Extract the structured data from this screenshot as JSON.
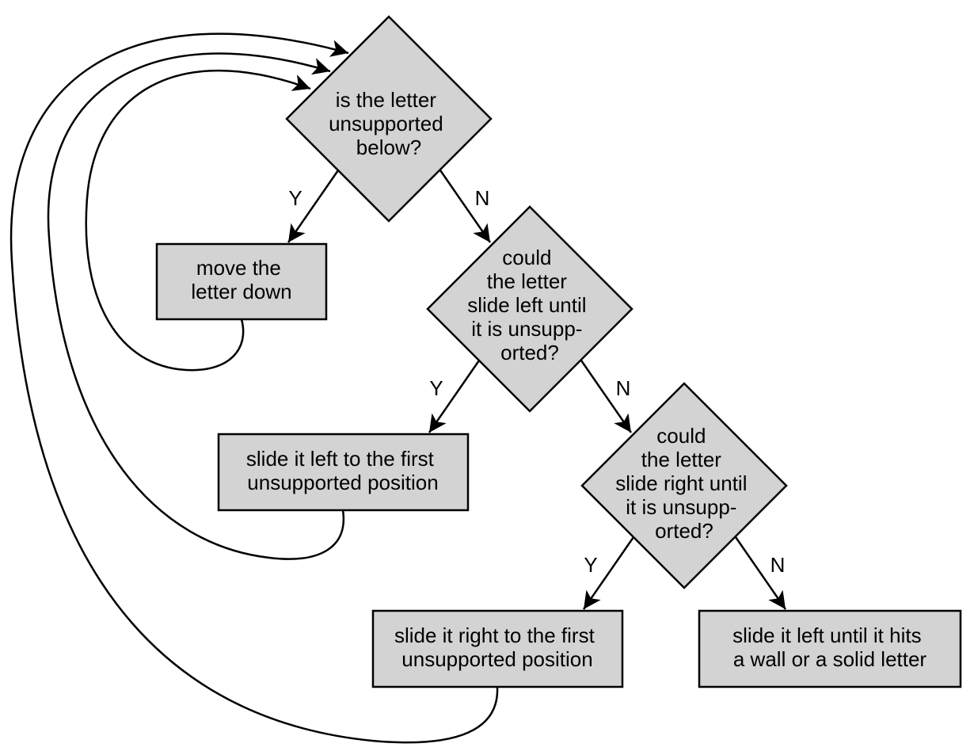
{
  "nodes": {
    "d1": {
      "kind": "decision",
      "lines": [
        "is the letter",
        "unsupported",
        "below?"
      ]
    },
    "d2": {
      "kind": "decision",
      "lines": [
        "could",
        "the letter",
        "slide left until",
        "it is unsupp-",
        "orted?"
      ]
    },
    "d3": {
      "kind": "decision",
      "lines": [
        "could",
        "the letter",
        "slide right until",
        "it is unsupp-",
        "orted?"
      ]
    },
    "b1": {
      "kind": "process",
      "lines": [
        "move the",
        "letter down"
      ]
    },
    "b2": {
      "kind": "process",
      "lines": [
        "slide it left to the first",
        "unsupported position"
      ]
    },
    "b3": {
      "kind": "process",
      "lines": [
        "slide it right to the first",
        "unsupported position"
      ]
    },
    "b4": {
      "kind": "process",
      "lines": [
        "slide it left until it hits",
        "a wall or a solid letter"
      ]
    }
  },
  "edges": [
    {
      "from": "d1",
      "to": "b1",
      "label": "Y"
    },
    {
      "from": "d1",
      "to": "d2",
      "label": "N"
    },
    {
      "from": "d2",
      "to": "b2",
      "label": "Y"
    },
    {
      "from": "d2",
      "to": "d3",
      "label": "N"
    },
    {
      "from": "d3",
      "to": "b3",
      "label": "Y"
    },
    {
      "from": "d3",
      "to": "b4",
      "label": "N"
    },
    {
      "from": "b1",
      "to": "d1",
      "label": ""
    },
    {
      "from": "b2",
      "to": "d1",
      "label": ""
    },
    {
      "from": "b3",
      "to": "d1",
      "label": ""
    }
  ],
  "colors": {
    "fill": "#d3d3d3",
    "stroke": "#000000",
    "background": "#ffffff"
  }
}
